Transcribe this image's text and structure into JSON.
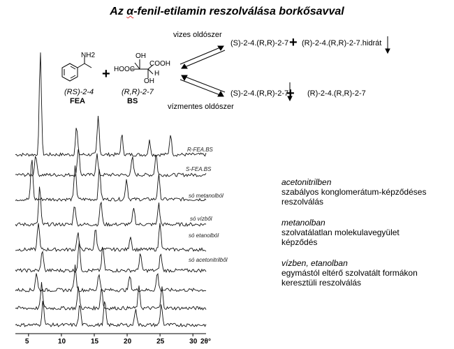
{
  "title_prefix": "Az ",
  "title_alpha": "α",
  "title_rest": "-fenil-etilamin reszolválása borkősavval",
  "scheme": {
    "condition_top": "vizes oldószer",
    "condition_bottom": "vízmentes oldószer",
    "fea": {
      "config": "(RS)-2-4",
      "name": "FEA",
      "nh2": "NH2"
    },
    "bs": {
      "config": "(R,R)-2-7",
      "name": "BS",
      "oh": "OH",
      "hooc": "HOOC",
      "cooh": "COOH",
      "h": "H"
    },
    "products_top": [
      "(S)-2-4.(R,R)-2-7",
      "(R)-2-4.(R,R)-2-7.hidrát"
    ],
    "products_bottom": [
      "(S)-2-4.(R,R)-2-7",
      "(R)-2-4.(R,R)-2-7"
    ]
  },
  "traces": [
    {
      "label": "R-FEA.BS"
    },
    {
      "label": "S-FEA.BS"
    },
    {
      "label": "só metanolból"
    },
    {
      "label": "só vízből"
    },
    {
      "label": "só etanolból"
    },
    {
      "label": "só acetonitrilből"
    },
    {
      "label": ""
    },
    {
      "label": ""
    },
    {
      "label": ""
    }
  ],
  "x_axis": {
    "ticks": [
      "5",
      "10",
      "15",
      "20",
      "25",
      "30"
    ],
    "unit": "2θ°"
  },
  "notes": [
    {
      "heading": "acetonitrilben",
      "lines": [
        "szabályos konglomerátum-képződéses",
        "reszolválás"
      ]
    },
    {
      "heading": "metanolban",
      "lines": [
        "szolvatálatlan molekulavegyület",
        "képződés"
      ]
    },
    {
      "heading": "vízben, etanolban",
      "lines": [
        "egymástól eltérő szolvatált formákon",
        "keresztüli reszolválás"
      ]
    }
  ]
}
